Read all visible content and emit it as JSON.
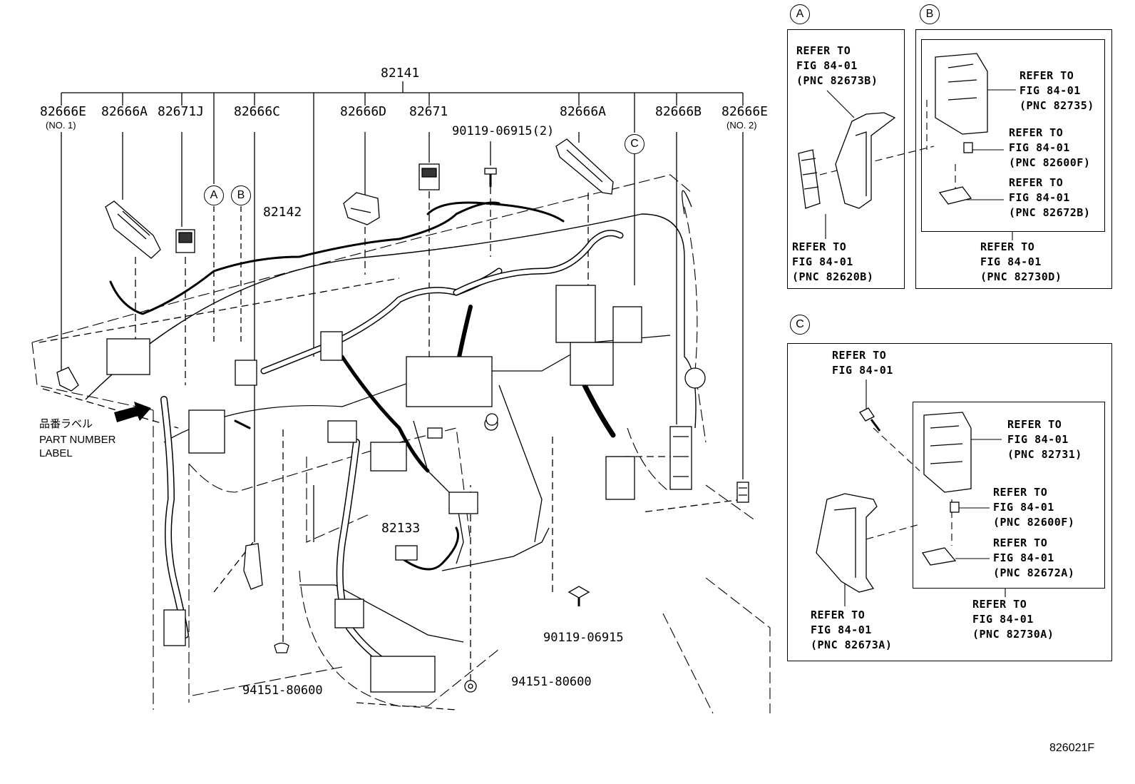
{
  "parts": {
    "p82141": "82141",
    "p82666E_1": "82666E",
    "p82666E_1_sub": "(NO. 1)",
    "p82666A_1": "82666A",
    "p82671J": "82671J",
    "p82666C": "82666C",
    "p82666D": "82666D",
    "p82671": "82671",
    "p82666A_2": "82666A",
    "p82666B": "82666B",
    "p82666E_2": "82666E",
    "p82666E_2_sub": "(NO. 2)",
    "p90119_2": "90119-06915(2)",
    "p82142": "82142",
    "p82133": "82133",
    "p90119": "90119-06915",
    "p94151_a": "94151-80600",
    "p94151_b": "94151-80600"
  },
  "callouts": {
    "a": "A",
    "b": "B",
    "c": "C"
  },
  "label_note": {
    "jp": "品番ラベル",
    "en1": "PART NUMBER",
    "en2": "LABEL"
  },
  "inset_a": {
    "tag": "A",
    "ref_top": [
      "REFER TO",
      "FIG 84-01",
      "(PNC 82673B)"
    ],
    "ref_bottom": [
      "REFER TO",
      "FIG 84-01",
      "(PNC 82620B)"
    ]
  },
  "inset_b": {
    "tag": "B",
    "ref_1": [
      "REFER TO",
      "FIG 84-01",
      "(PNC 82735)"
    ],
    "ref_2": [
      "REFER TO",
      "FIG 84-01",
      "(PNC 82600F)"
    ],
    "ref_3": [
      "REFER TO",
      "FIG 84-01",
      "(PNC 82672B)"
    ],
    "ref_4": [
      "REFER TO",
      "FIG 84-01",
      "(PNC 82730D)"
    ]
  },
  "inset_c": {
    "tag": "C",
    "ref_bolt": [
      "REFER TO",
      "FIG 84-01"
    ],
    "ref_1": [
      "REFER TO",
      "FIG 84-01",
      "(PNC 82731)"
    ],
    "ref_2": [
      "REFER TO",
      "FIG 84-01",
      "(PNC 82600F)"
    ],
    "ref_3": [
      "REFER TO",
      "FIG 84-01",
      "(PNC 82672A)"
    ],
    "ref_4": [
      "REFER TO",
      "FIG 84-01",
      "(PNC 82730A)"
    ],
    "ref_5": [
      "REFER TO",
      "FIG 84-01",
      "(PNC 82673A)"
    ]
  },
  "figure_id": "826021F"
}
